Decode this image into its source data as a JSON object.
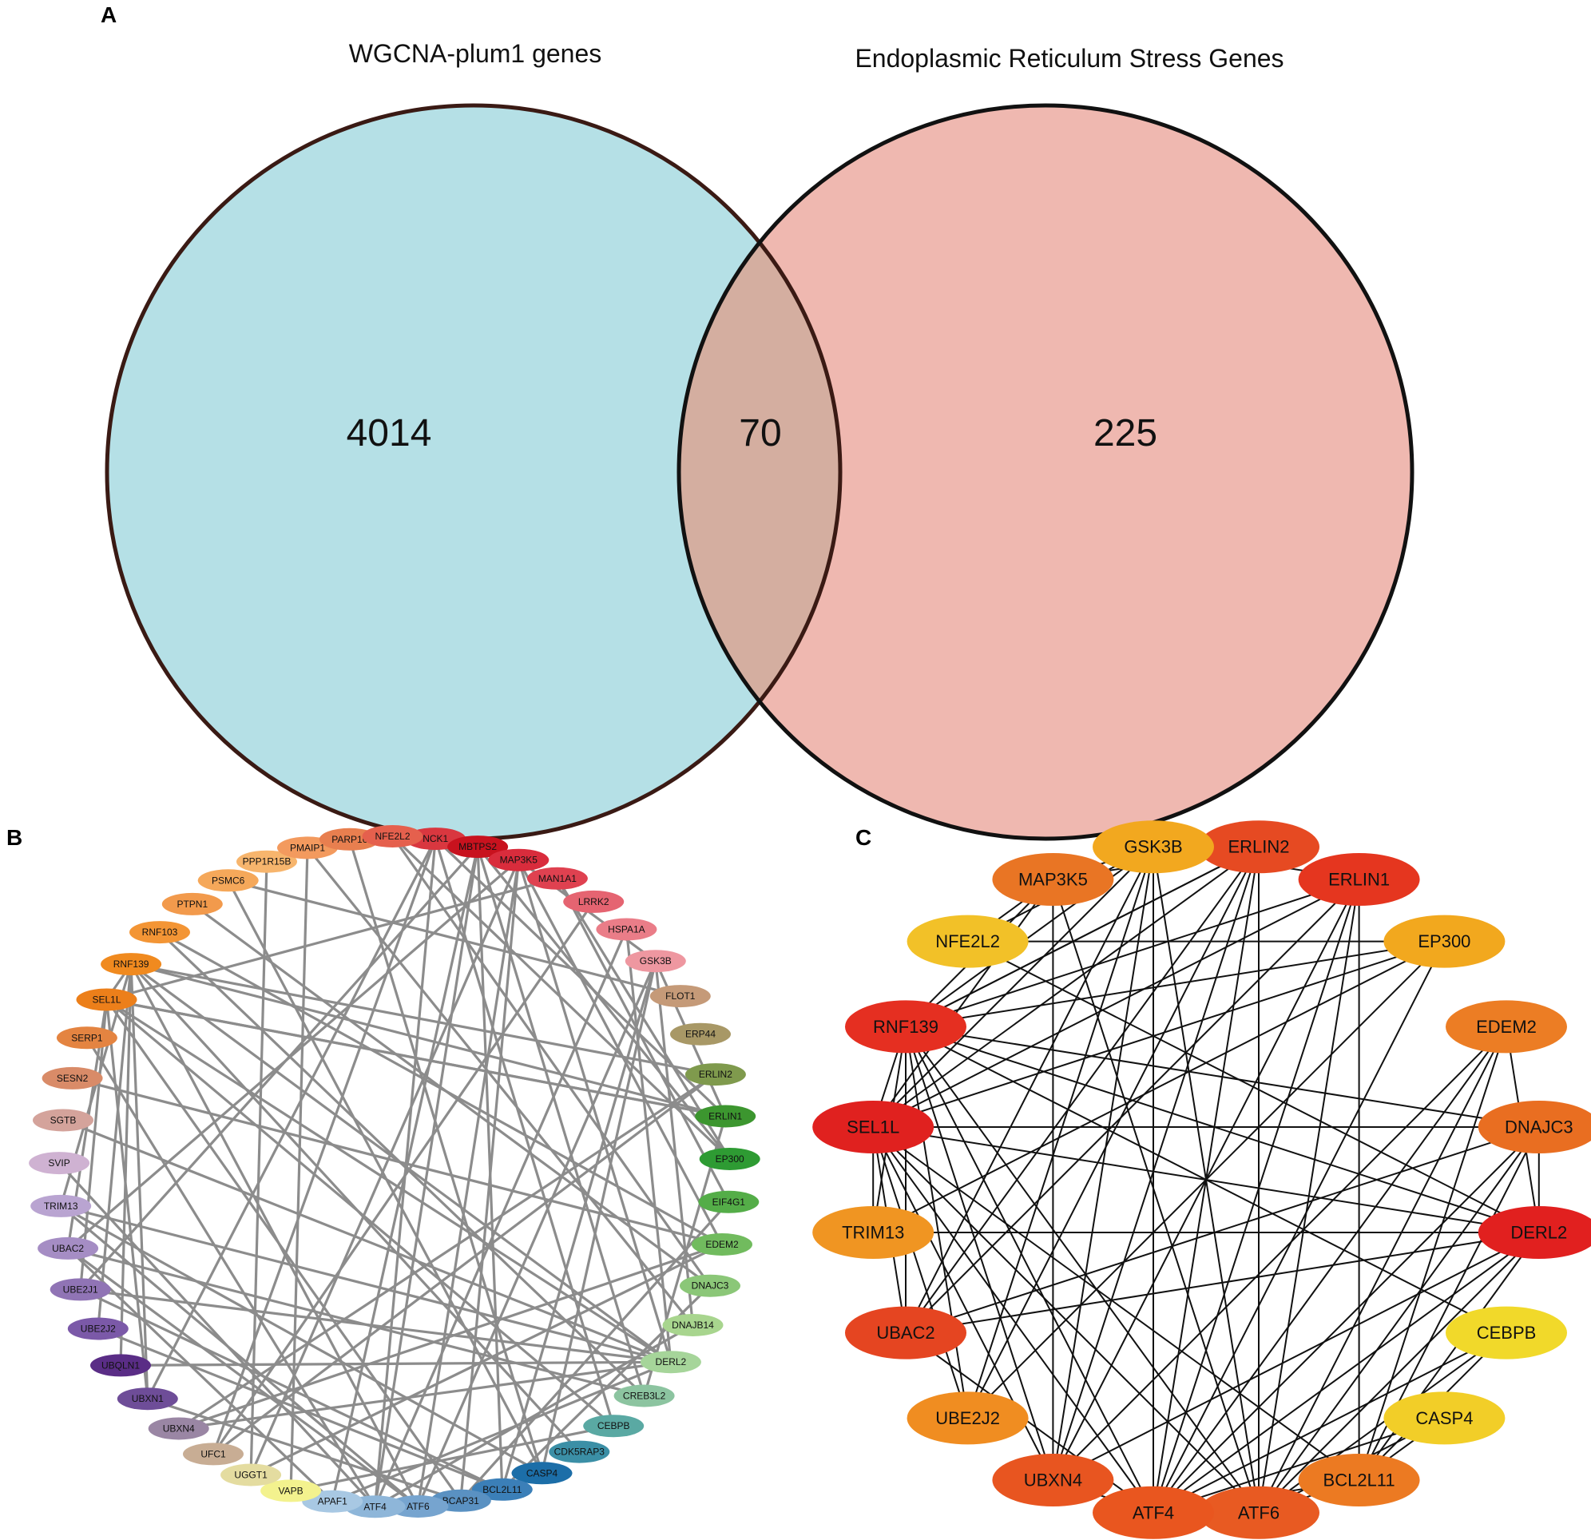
{
  "panels": {
    "a": "A",
    "b": "B",
    "c": "C"
  },
  "venn": {
    "left": {
      "label": "WGCNA-plum1 genes",
      "count": "4014",
      "color": "#b5e0e6"
    },
    "right": {
      "label": "Endoplasmic Reticulum Stress Genes",
      "count": "225",
      "color": "#efb8b0"
    },
    "overlap": {
      "count": "70",
      "color": "#d4aea0"
    }
  },
  "networkB": {
    "nodes": [
      {
        "label": "NCK1",
        "color": "#d9373f"
      },
      {
        "label": "MBTPS2",
        "color": "#c8121e"
      },
      {
        "label": "MAP3K5",
        "color": "#d92c3c"
      },
      {
        "label": "MAN1A1",
        "color": "#df4150"
      },
      {
        "label": "LRRK2",
        "color": "#e56471"
      },
      {
        "label": "HSPA1A",
        "color": "#ea7d88"
      },
      {
        "label": "GSK3B",
        "color": "#ee97a0"
      },
      {
        "label": "FLOT1",
        "color": "#c59a78"
      },
      {
        "label": "ERP44",
        "color": "#a89866"
      },
      {
        "label": "ERLIN2",
        "color": "#7f9a4d"
      },
      {
        "label": "ERLIN1",
        "color": "#3c962f"
      },
      {
        "label": "EP300",
        "color": "#2e9b33"
      },
      {
        "label": "EIF4G1",
        "color": "#54ad48"
      },
      {
        "label": "EDEM2",
        "color": "#71bb5e"
      },
      {
        "label": "DNAJC3",
        "color": "#8bc778"
      },
      {
        "label": "DNAJB14",
        "color": "#a8d58e"
      },
      {
        "label": "DERL2",
        "color": "#a6d59a"
      },
      {
        "label": "CREB3L2",
        "color": "#8cc4a0"
      },
      {
        "label": "CEBPB",
        "color": "#5aa9a3"
      },
      {
        "label": "CDK5RAP3",
        "color": "#3b8fa6"
      },
      {
        "label": "CASP4",
        "color": "#1c6ea8"
      },
      {
        "label": "BCL2L11",
        "color": "#3b7fb8"
      },
      {
        "label": "BCAP31",
        "color": "#5a91c2"
      },
      {
        "label": "ATF6",
        "color": "#76a4cf"
      },
      {
        "label": "ATF4",
        "color": "#8eb6d9"
      },
      {
        "label": "APAF1",
        "color": "#a8c8e3"
      },
      {
        "label": "VAPB",
        "color": "#f3f28e"
      },
      {
        "label": "UGGT1",
        "color": "#e4dca0"
      },
      {
        "label": "UFC1",
        "color": "#c8ad94"
      },
      {
        "label": "UBXN4",
        "color": "#9a86a4"
      },
      {
        "label": "UBXN1",
        "color": "#6e4d98"
      },
      {
        "label": "UBQLN1",
        "color": "#5a2d86"
      },
      {
        "label": "UBE2J2",
        "color": "#7b59a8"
      },
      {
        "label": "UBE2J1",
        "color": "#9074b5"
      },
      {
        "label": "UBAC2",
        "color": "#a58dc4"
      },
      {
        "label": "TRIM13",
        "color": "#b9a4d1"
      },
      {
        "label": "SVIP",
        "color": "#cfb2d2"
      },
      {
        "label": "SGTB",
        "color": "#d4a39b"
      },
      {
        "label": "SESN2",
        "color": "#d98b68"
      },
      {
        "label": "SERP1",
        "color": "#e48441"
      },
      {
        "label": "SEL1L",
        "color": "#ec7f1a"
      },
      {
        "label": "RNF139",
        "color": "#f08a1f"
      },
      {
        "label": "RNF103",
        "color": "#f39535"
      },
      {
        "label": "PTPN1",
        "color": "#f29a4c"
      },
      {
        "label": "PSMC6",
        "color": "#f5a85a"
      },
      {
        "label": "PPP1R15B",
        "color": "#f7b56d"
      },
      {
        "label": "PMAIP1",
        "color": "#f39a5e"
      },
      {
        "label": "PARP16",
        "color": "#e87f4f"
      },
      {
        "label": "NFE2L2",
        "color": "#e5604d"
      }
    ],
    "edges": [
      [
        0,
        10
      ],
      [
        0,
        24
      ],
      [
        0,
        30
      ],
      [
        0,
        18
      ],
      [
        1,
        11
      ],
      [
        1,
        21
      ],
      [
        1,
        25
      ],
      [
        1,
        17
      ],
      [
        1,
        24
      ],
      [
        2,
        6
      ],
      [
        2,
        13
      ],
      [
        2,
        16
      ],
      [
        2,
        23
      ],
      [
        2,
        22
      ],
      [
        2,
        27
      ],
      [
        2,
        34
      ],
      [
        3,
        11
      ],
      [
        3,
        40
      ],
      [
        4,
        28
      ],
      [
        5,
        16
      ],
      [
        6,
        10
      ],
      [
        6,
        20
      ],
      [
        6,
        23
      ],
      [
        6,
        15
      ],
      [
        6,
        21
      ],
      [
        7,
        44
      ],
      [
        9,
        41
      ],
      [
        10,
        40
      ],
      [
        10,
        17
      ],
      [
        11,
        48
      ],
      [
        12,
        22
      ],
      [
        13,
        29
      ],
      [
        13,
        42
      ],
      [
        13,
        38
      ],
      [
        14,
        21
      ],
      [
        14,
        43
      ],
      [
        15,
        24
      ],
      [
        16,
        40
      ],
      [
        16,
        41
      ],
      [
        16,
        35
      ],
      [
        16,
        29
      ],
      [
        16,
        33
      ],
      [
        16,
        37
      ],
      [
        16,
        31
      ],
      [
        16,
        25
      ],
      [
        17,
        34
      ],
      [
        18,
        40
      ],
      [
        18,
        26
      ],
      [
        19,
        41
      ],
      [
        20,
        44
      ],
      [
        20,
        35
      ],
      [
        21,
        32
      ],
      [
        21,
        33
      ],
      [
        22,
        40
      ],
      [
        22,
        30
      ],
      [
        23,
        41
      ],
      [
        23,
        34
      ],
      [
        23,
        35
      ],
      [
        24,
        36
      ],
      [
        24,
        39
      ],
      [
        25,
        34
      ],
      [
        26,
        46
      ],
      [
        27,
        45
      ],
      [
        27,
        13
      ],
      [
        28,
        0
      ],
      [
        29,
        9
      ],
      [
        30,
        40
      ],
      [
        30,
        41
      ],
      [
        31,
        41
      ],
      [
        32,
        41
      ],
      [
        33,
        40
      ],
      [
        34,
        40
      ],
      [
        35,
        41
      ],
      [
        40,
        41
      ],
      [
        40,
        10
      ],
      [
        41,
        10
      ],
      [
        0,
        47
      ],
      [
        48,
        14
      ],
      [
        46,
        15
      ],
      [
        3,
        12
      ],
      [
        5,
        24
      ],
      [
        47,
        20
      ],
      [
        1,
        33
      ],
      [
        9,
        28
      ],
      [
        42,
        17
      ]
    ]
  },
  "networkC": {
    "nodes": [
      {
        "label": "ERLIN2",
        "color": "#e64a22"
      },
      {
        "label": "ERLIN1",
        "color": "#e5361f"
      },
      {
        "label": "EP300",
        "color": "#f2a81e"
      },
      {
        "label": "EDEM2",
        "color": "#ec7d24"
      },
      {
        "label": "DNAJC3",
        "color": "#e96e21"
      },
      {
        "label": "DERL2",
        "color": "#e1201f"
      },
      {
        "label": "CEBPB",
        "color": "#f1d92a"
      },
      {
        "label": "CASP4",
        "color": "#f2ce28"
      },
      {
        "label": "BCL2L11",
        "color": "#ec7a22"
      },
      {
        "label": "ATF6",
        "color": "#e85a22"
      },
      {
        "label": "ATF4",
        "color": "#e9561f"
      },
      {
        "label": "UBXN4",
        "color": "#e85520"
      },
      {
        "label": "UBE2J2",
        "color": "#f08d21"
      },
      {
        "label": "UBAC2",
        "color": "#e54521"
      },
      {
        "label": "TRIM13",
        "color": "#f09522"
      },
      {
        "label": "SEL1L",
        "color": "#e0211f"
      },
      {
        "label": "RNF139",
        "color": "#e52f21"
      },
      {
        "label": "NFE2L2",
        "color": "#f2c128"
      },
      {
        "label": "MAP3K5",
        "color": "#e97524"
      },
      {
        "label": "GSK3B",
        "color": "#f2a81f"
      }
    ],
    "edges": [
      [
        0,
        11
      ],
      [
        0,
        13
      ],
      [
        0,
        15
      ],
      [
        0,
        16
      ],
      [
        0,
        10
      ],
      [
        0,
        18
      ],
      [
        0,
        12
      ],
      [
        1,
        10
      ],
      [
        1,
        9
      ],
      [
        1,
        15
      ],
      [
        1,
        11
      ],
      [
        1,
        16
      ],
      [
        1,
        13
      ],
      [
        1,
        8
      ],
      [
        2,
        17
      ],
      [
        2,
        10
      ],
      [
        2,
        16
      ],
      [
        2,
        15
      ],
      [
        2,
        12
      ],
      [
        3,
        10
      ],
      [
        3,
        9
      ],
      [
        3,
        5
      ],
      [
        3,
        8
      ],
      [
        3,
        11
      ],
      [
        4,
        5
      ],
      [
        4,
        15
      ],
      [
        4,
        16
      ],
      [
        4,
        10
      ],
      [
        4,
        9
      ],
      [
        4,
        13
      ],
      [
        4,
        8
      ],
      [
        5,
        15
      ],
      [
        5,
        16
      ],
      [
        5,
        10
      ],
      [
        5,
        9
      ],
      [
        5,
        14
      ],
      [
        5,
        13
      ],
      [
        5,
        8
      ],
      [
        5,
        11
      ],
      [
        6,
        9
      ],
      [
        6,
        10
      ],
      [
        6,
        16
      ],
      [
        6,
        8
      ],
      [
        7,
        10
      ],
      [
        7,
        9
      ],
      [
        7,
        8
      ],
      [
        8,
        9
      ],
      [
        8,
        10
      ],
      [
        8,
        15
      ],
      [
        9,
        10
      ],
      [
        9,
        16
      ],
      [
        9,
        15
      ],
      [
        9,
        19
      ],
      [
        9,
        18
      ],
      [
        10,
        11
      ],
      [
        10,
        15
      ],
      [
        10,
        16
      ],
      [
        10,
        19
      ],
      [
        10,
        13
      ],
      [
        11,
        15
      ],
      [
        11,
        16
      ],
      [
        11,
        18
      ],
      [
        11,
        19
      ],
      [
        12,
        15
      ],
      [
        12,
        16
      ],
      [
        13,
        15
      ],
      [
        13,
        16
      ],
      [
        13,
        19
      ],
      [
        14,
        15
      ],
      [
        14,
        16
      ],
      [
        15,
        16
      ],
      [
        15,
        19
      ],
      [
        15,
        18
      ],
      [
        16,
        18
      ],
      [
        16,
        19
      ],
      [
        16,
        0
      ],
      [
        17,
        19
      ],
      [
        17,
        18
      ],
      [
        18,
        19
      ],
      [
        19,
        0
      ],
      [
        19,
        1
      ],
      [
        14,
        2
      ],
      [
        12,
        19
      ],
      [
        17,
        5
      ],
      [
        0,
        9
      ]
    ]
  }
}
